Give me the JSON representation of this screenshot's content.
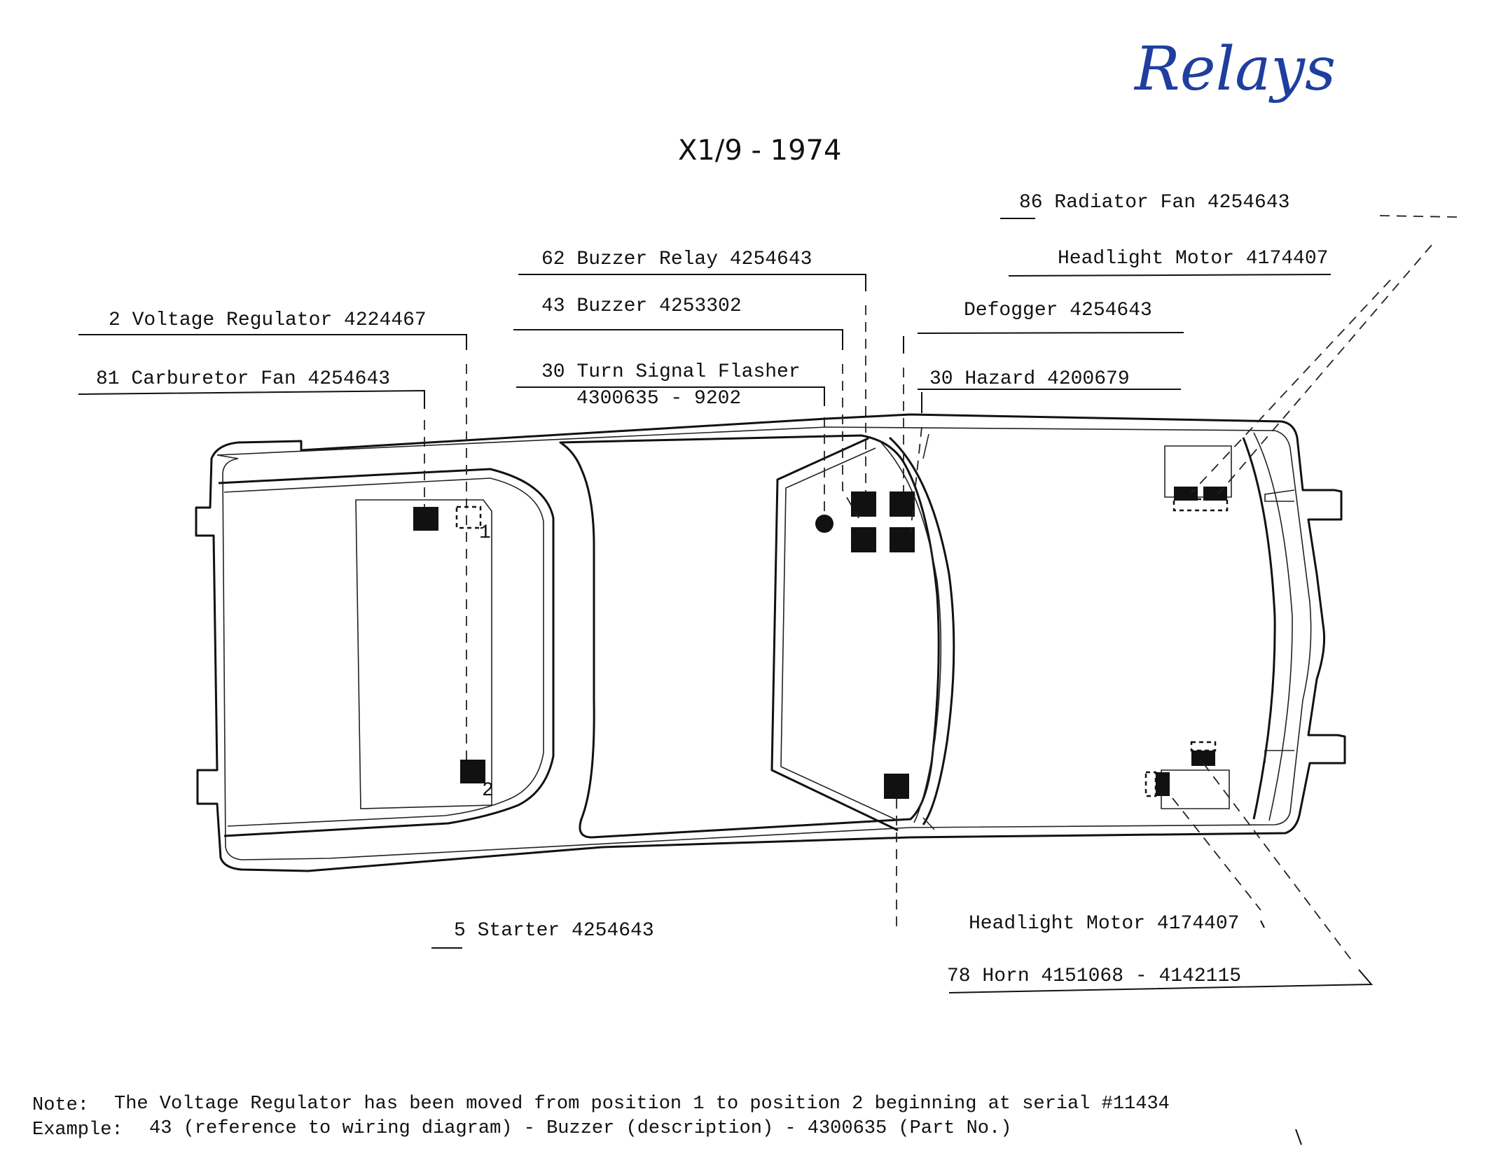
{
  "handwritten_note": "Relays",
  "title": "X1/9 - 1974",
  "labels": {
    "radiator_fan": "86 Radiator Fan 4254643",
    "headlight_motor_top": "Headlight Motor 4174407",
    "buzzer_relay": "62 Buzzer Relay 4254643",
    "buzzer": "43 Buzzer 4253302",
    "defogger": "Defogger 4254643",
    "voltage_regulator": "2 Voltage Regulator 4224467",
    "carburetor_fan": "81 Carburetor Fan 4254643",
    "turn_signal_flasher_line1": "30 Turn Signal Flasher",
    "turn_signal_flasher_line2": "4300635 - 9202",
    "hazard": "30 Hazard 4200679",
    "starter": "5 Starter 4254643",
    "headlight_motor_bottom": "Headlight Motor 4174407",
    "horn": "78 Horn 4151068 - 4142115"
  },
  "position_markers": {
    "pos1": "1",
    "pos2": "2"
  },
  "footnote": {
    "note_label": "Note:",
    "note_text": "The Voltage Regulator has been moved from position 1 to position 2 beginning at serial #11434",
    "example_label": "Example:",
    "example_text": "43 (reference to wiring diagram) - Buzzer (description) - 4300635 (Part No.)"
  },
  "colors": {
    "ink": "#111111",
    "handwriting": "#1e3f9e"
  }
}
